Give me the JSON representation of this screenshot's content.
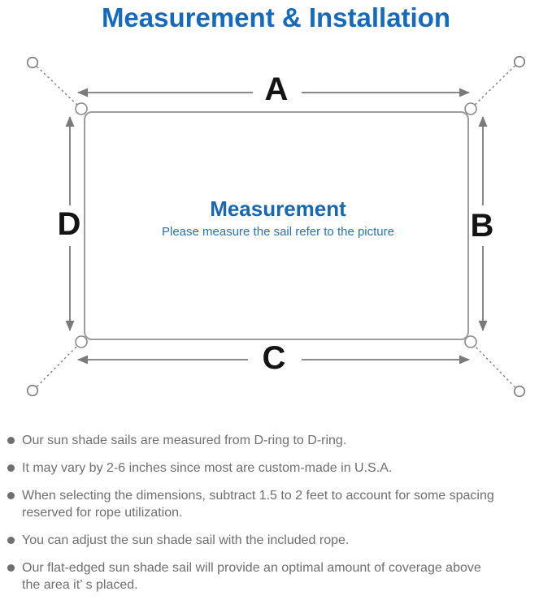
{
  "title": "Measurement & Installation",
  "colors": {
    "title_blue": "#1569bf",
    "diagram_blue": "#1767b2",
    "subtitle_blue": "#2a72b5",
    "line_gray": "#7a7a7a",
    "border_gray": "#9c9c9c",
    "text_gray": "#6f6f6f",
    "label_black": "#141414"
  },
  "diagram": {
    "center_title": "Measurement",
    "center_subtitle": "Please measure the sail refer to the picture",
    "dimension_labels": {
      "top": "A",
      "right": "B",
      "bottom": "C",
      "left": "D"
    }
  },
  "notes": [
    {
      "lines": [
        "Our sun shade sails are measured from D-ring to D-ring."
      ]
    },
    {
      "lines": [
        "It may vary by 2-6 inches since most are custom-made in U.S.A."
      ]
    },
    {
      "lines": [
        "When selecting the dimensions, subtract 1.5 to 2 feet to account for some spacing",
        "reserved for rope utilization."
      ]
    },
    {
      "lines": [
        "You can adjust the sun shade sail with the included rope."
      ]
    },
    {
      "lines": [
        "Our flat-edged sun shade sail will provide an optimal amount of coverage above",
        "the area it’ s placed."
      ]
    }
  ]
}
